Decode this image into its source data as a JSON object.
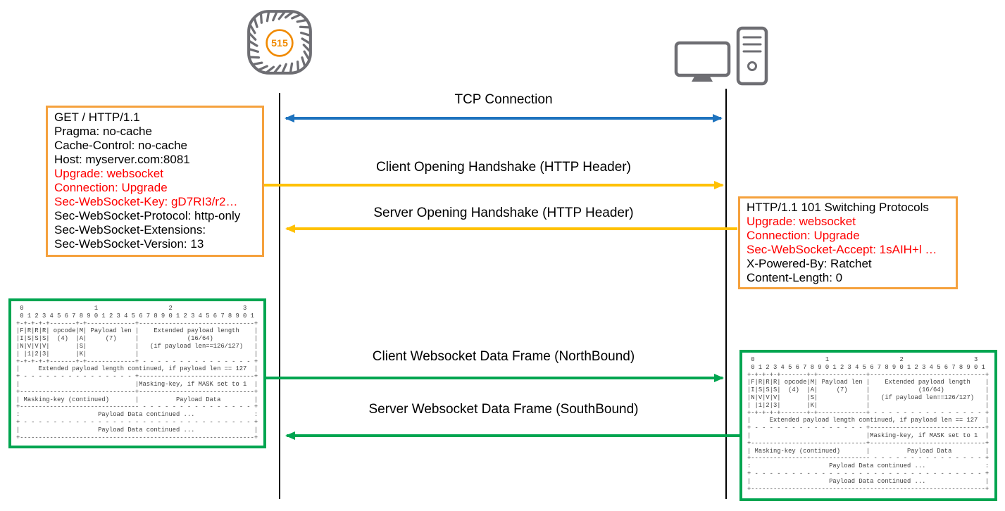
{
  "colors": {
    "arrow-blue": "#1E73BE",
    "arrow-yellow": "#FFC103",
    "arrow-green": "#00A550",
    "box-orange": "#F5A13D",
    "box-green": "#00A550",
    "red-text": "#FF0000",
    "icon-gray": "#6E6E73",
    "ap-orange": "#F08A00",
    "frame-text": "#3D3D3D",
    "lifeline-black": "#000000"
  },
  "actors": {
    "access_point": {
      "badge": "515"
    }
  },
  "messages": {
    "tcp": {
      "label": "TCP Connection"
    },
    "client_handshake": {
      "label": "Client Opening Handshake (HTTP Header)"
    },
    "server_handshake": {
      "label": "Server Opening Handshake (HTTP Header)"
    },
    "client_data_frame": {
      "label": "Client Websocket Data Frame (NorthBound)"
    },
    "server_data_frame": {
      "label": "Server Websocket Data Frame (SouthBound)"
    }
  },
  "client_request": {
    "lines": [
      {
        "text": "GET / HTTP/1.1",
        "color": "#000000"
      },
      {
        "text": "Pragma: no-cache",
        "color": "#000000"
      },
      {
        "text": "Cache-Control: no-cache",
        "color": "#000000"
      },
      {
        "text": "Host: myserver.com:8081",
        "color": "#000000"
      },
      {
        "text": "Upgrade: websocket",
        "color": "#FF0000"
      },
      {
        "text": "Connection: Upgrade",
        "color": "#FF0000"
      },
      {
        "text": "Sec-WebSocket-Key: gD7RI3/r2…",
        "color": "#FF0000"
      },
      {
        "text": "Sec-WebSocket-Protocol: http-only",
        "color": "#000000"
      },
      {
        "text": "Sec-WebSocket-Extensions:",
        "color": "#000000"
      },
      {
        "text": "Sec-WebSocket-Version: 13",
        "color": "#000000"
      }
    ]
  },
  "server_response": {
    "lines": [
      {
        "text": "HTTP/1.1 101 Switching Protocols",
        "color": "#000000"
      },
      {
        "text": "Upgrade: websocket",
        "color": "#FF0000"
      },
      {
        "text": "Connection: Upgrade",
        "color": "#FF0000"
      },
      {
        "text": "Sec-WebSocket-Accept: 1sAIH+l …",
        "color": "#FF0000"
      },
      {
        "text": "X-Powered-By: Ratchet",
        "color": "#000000"
      },
      {
        "text": "Content-Length: 0",
        "color": "#000000"
      }
    ]
  },
  "frame_diagram": {
    "lines": [
      " 0                   1                   2                   3",
      " 0 1 2 3 4 5 6 7 8 9 0 1 2 3 4 5 6 7 8 9 0 1 2 3 4 5 6 7 8 9 0 1",
      "+-+-+-+-+-------+-+-------------+-------------------------------+",
      "|F|R|R|R| opcode|M| Payload len |    Extended payload length    |",
      "|I|S|S|S|  (4)  |A|     (7)     |             (16/64)           |",
      "|N|V|V|V|       |S|             |   (if payload len==126/127)   |",
      "| |1|2|3|       |K|             |                               |",
      "+-+-+-+-+-------+-+-------------+ - - - - - - - - - - - - - - - +",
      "|     Extended payload length continued, if payload len == 127  |",
      "+ - - - - - - - - - - - - - - - +-------------------------------+",
      "|                               |Masking-key, if MASK set to 1  |",
      "+-------------------------------+-------------------------------+",
      "| Masking-key (continued)       |          Payload Data         |",
      "+-------------------------------- - - - - - - - - - - - - - - - +",
      ":                     Payload Data continued ...                :",
      "+ - - - - - - - - - - - - - - - - - - - - - - - - - - - - - - - +",
      "|                     Payload Data continued ...                |",
      "+---------------------------------------------------------------+"
    ]
  }
}
